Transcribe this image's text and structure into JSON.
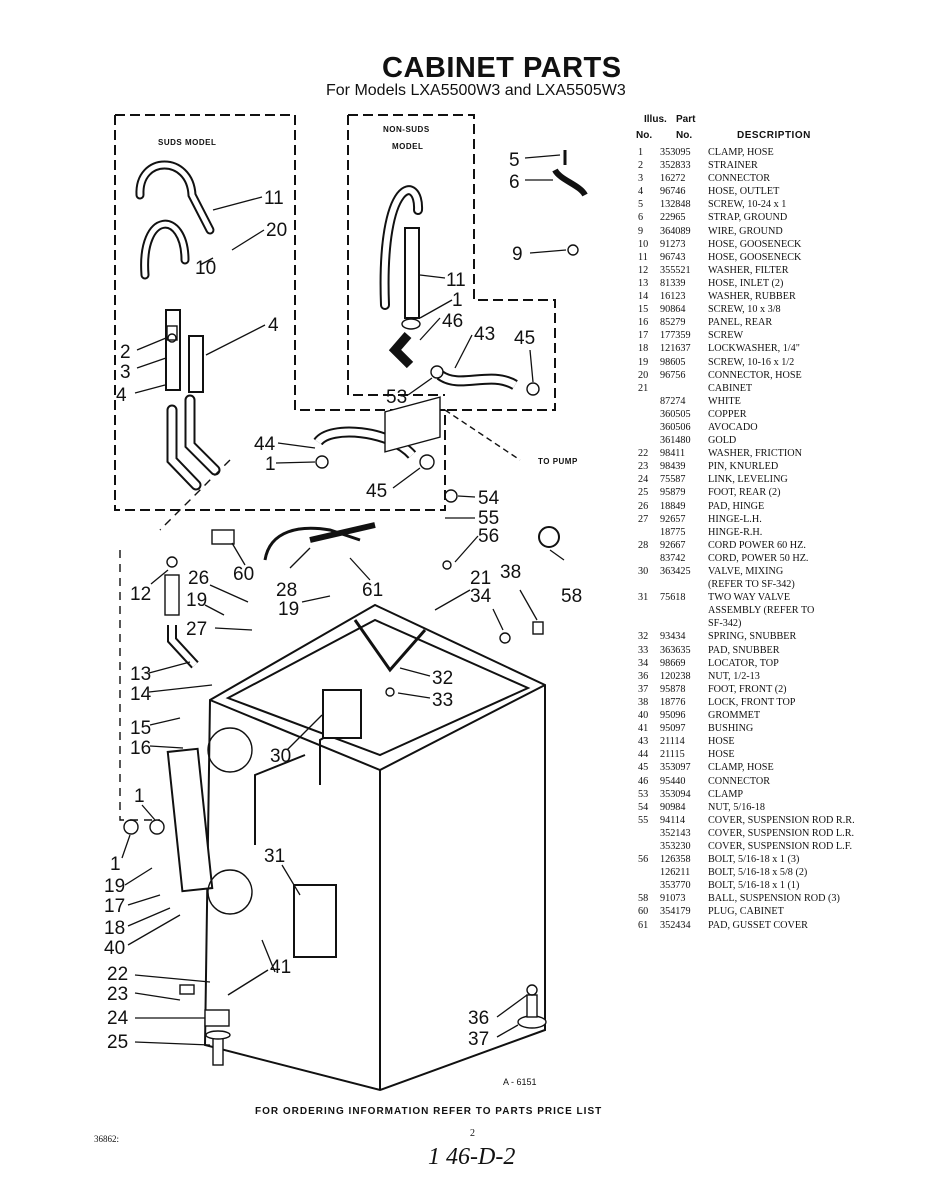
{
  "header": {
    "title": "CABINET PARTS",
    "subtitle": "For Models LXA5500W3 and LXA5505W3"
  },
  "diagram": {
    "suds_label": "SUDS MODEL",
    "nonsuds_label_1": "NON-SUDS",
    "nonsuds_label_2": "MODEL",
    "to_pump_label": "TO PUMP",
    "callouts": {
      "c5": "5",
      "c6": "6",
      "c9": "9",
      "c11a": "11",
      "c20": "20",
      "c10": "10",
      "c4a": "4",
      "c2": "2",
      "c3": "3",
      "c4b": "4",
      "c11b": "11",
      "c1a": "1",
      "c46": "46",
      "c43": "43",
      "c45a": "45",
      "c53": "53",
      "c44": "44",
      "c1b": "1",
      "c45b": "45",
      "c54": "54",
      "c55": "55",
      "c56": "56",
      "c58": "58",
      "c60": "60",
      "c28": "28",
      "c61": "61",
      "c21": "21",
      "c38": "38",
      "c34": "34",
      "c12": "12",
      "c26": "26",
      "c19a": "19",
      "c19b": "19",
      "c27": "27",
      "c32": "32",
      "c33": "33",
      "c13": "13",
      "c14": "14",
      "c30": "30",
      "c15": "15",
      "c16": "16",
      "c1c": "1",
      "c31": "31",
      "c1d": "1",
      "c19c": "19",
      "c17": "17",
      "c18": "18",
      "c40": "40",
      "c41": "41",
      "c22": "22",
      "c23": "23",
      "c24": "24",
      "c36": "36",
      "c37": "37",
      "c25": "25"
    }
  },
  "table": {
    "h_illus": "Illus.",
    "h_part": "Part",
    "h_no1": "No.",
    "h_no2": "No.",
    "h_desc": "DESCRIPTION",
    "rows": [
      {
        "no": "1",
        "part": "353095",
        "desc": "CLAMP, HOSE"
      },
      {
        "no": "2",
        "part": "352833",
        "desc": "STRAINER"
      },
      {
        "no": "3",
        "part": "16272",
        "desc": "CONNECTOR"
      },
      {
        "no": "4",
        "part": "96746",
        "desc": "HOSE, OUTLET"
      },
      {
        "no": "5",
        "part": "132848",
        "desc": "SCREW, 10-24 x 1"
      },
      {
        "no": "6",
        "part": "22965",
        "desc": "STRAP, GROUND"
      },
      {
        "no": "9",
        "part": "364089",
        "desc": "WIRE, GROUND"
      },
      {
        "no": "10",
        "part": "91273",
        "desc": "HOSE, GOOSENECK"
      },
      {
        "no": "11",
        "part": "96743",
        "desc": "HOSE, GOOSENECK"
      },
      {
        "no": "12",
        "part": "355521",
        "desc": "WASHER, FILTER"
      },
      {
        "no": "13",
        "part": "81339",
        "desc": "HOSE, INLET (2)"
      },
      {
        "no": "14",
        "part": "16123",
        "desc": "WASHER, RUBBER"
      },
      {
        "no": "15",
        "part": "90864",
        "desc": "SCREW, 10 x 3/8"
      },
      {
        "no": "16",
        "part": "85279",
        "desc": "PANEL, REAR"
      },
      {
        "no": "17",
        "part": "177359",
        "desc": "SCREW"
      },
      {
        "no": "18",
        "part": "121637",
        "desc": "LOCKWASHER, 1/4\""
      },
      {
        "no": "19",
        "part": "98605",
        "desc": "SCREW, 10-16 x 1/2"
      },
      {
        "no": "20",
        "part": "96756",
        "desc": "CONNECTOR, HOSE"
      },
      {
        "no": "21",
        "part": "",
        "desc": "CABINET"
      },
      {
        "no": "",
        "part": "87274",
        "desc": "WHITE"
      },
      {
        "no": "",
        "part": "360505",
        "desc": "COPPER"
      },
      {
        "no": "",
        "part": "360506",
        "desc": "AVOCADO"
      },
      {
        "no": "",
        "part": "361480",
        "desc": "GOLD"
      },
      {
        "no": "22",
        "part": "98411",
        "desc": "WASHER, FRICTION"
      },
      {
        "no": "23",
        "part": "98439",
        "desc": "PIN, KNURLED"
      },
      {
        "no": "24",
        "part": "75587",
        "desc": "LINK, LEVELING"
      },
      {
        "no": "25",
        "part": "95879",
        "desc": "FOOT, REAR (2)"
      },
      {
        "no": "26",
        "part": "18849",
        "desc": "PAD, HINGE"
      },
      {
        "no": "27",
        "part": "92657",
        "desc": "HINGE-L.H."
      },
      {
        "no": "",
        "part": "18775",
        "desc": "HINGE-R.H."
      },
      {
        "no": "28",
        "part": "92667",
        "desc": "CORD POWER 60 HZ."
      },
      {
        "no": "",
        "part": "83742",
        "desc": "CORD, POWER 50 HZ."
      },
      {
        "no": "30",
        "part": "363425",
        "desc": "VALVE, MIXING"
      },
      {
        "no": "",
        "part": "",
        "desc": "(REFER TO SF-342)"
      },
      {
        "no": "31",
        "part": "75618",
        "desc": "TWO WAY VALVE"
      },
      {
        "no": "",
        "part": "",
        "desc": "ASSEMBLY (REFER TO"
      },
      {
        "no": "",
        "part": "",
        "desc": "SF-342)"
      },
      {
        "no": "32",
        "part": "93434",
        "desc": "SPRING, SNUBBER"
      },
      {
        "no": "33",
        "part": "363635",
        "desc": "PAD, SNUBBER"
      },
      {
        "no": "34",
        "part": "98669",
        "desc": "LOCATOR, TOP"
      },
      {
        "no": "36",
        "part": "120238",
        "desc": "NUT, 1/2-13"
      },
      {
        "no": "37",
        "part": "95878",
        "desc": "FOOT, FRONT (2)"
      },
      {
        "no": "38",
        "part": "18776",
        "desc": "LOCK, FRONT TOP"
      },
      {
        "no": "40",
        "part": "95096",
        "desc": "GROMMET"
      },
      {
        "no": "41",
        "part": "95097",
        "desc": "BUSHING"
      },
      {
        "no": "43",
        "part": "21114",
        "desc": "HOSE"
      },
      {
        "no": "44",
        "part": "21115",
        "desc": "HOSE"
      },
      {
        "no": "45",
        "part": "353097",
        "desc": "CLAMP, HOSE"
      },
      {
        "no": "46",
        "part": "95440",
        "desc": "CONNECTOR"
      },
      {
        "no": "53",
        "part": "353094",
        "desc": "CLAMP"
      },
      {
        "no": "54",
        "part": "90984",
        "desc": "NUT, 5/16-18"
      },
      {
        "no": "55",
        "part": "94114",
        "desc": "COVER, SUSPENSION ROD R.R."
      },
      {
        "no": "",
        "part": "352143",
        "desc": "COVER, SUSPENSION ROD L.R."
      },
      {
        "no": "",
        "part": "353230",
        "desc": "COVER, SUSPENSION ROD L.F."
      },
      {
        "no": "56",
        "part": "126358",
        "desc": "BOLT, 5/16-18 x 1 (3)"
      },
      {
        "no": "",
        "part": "126211",
        "desc": "BOLT, 5/16-18 x 5/8 (2)"
      },
      {
        "no": "",
        "part": "353770",
        "desc": "BOLT, 5/16-18 x 1 (1)"
      },
      {
        "no": "58",
        "part": "91073",
        "desc": "BALL, SUSPENSION ROD (3)"
      },
      {
        "no": "60",
        "part": "354179",
        "desc": "PLUG, CABINET"
      },
      {
        "no": "61",
        "part": "352434",
        "desc": "PAD, GUSSET COVER"
      }
    ]
  },
  "footer": {
    "code": "A - 6151",
    "order_note": "FOR ORDERING INFORMATION REFER TO PARTS PRICE LIST",
    "doc_number": "36862:",
    "page": "2",
    "handwritten": "1 46-D-2"
  }
}
